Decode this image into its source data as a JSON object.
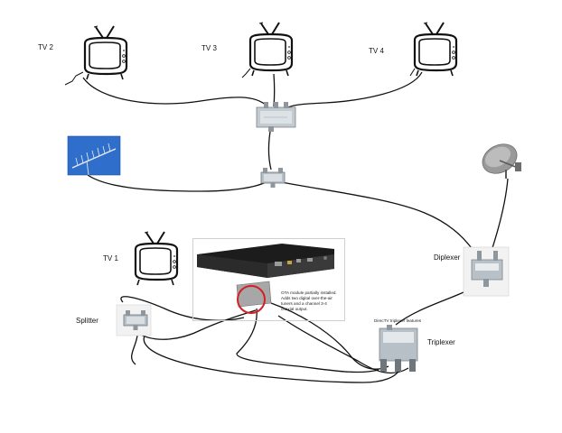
{
  "labels": {
    "tv2": "TV 2",
    "tv3": "TV 3",
    "tv4": "TV 4",
    "tv1": "TV 1",
    "diplexer": "Diplexer",
    "splitter": "Splitter",
    "triplexer": "Triplexer"
  },
  "dvr_note": {
    "line1": "OTA module partially installed.",
    "line2": "Adds two digital over-the-air",
    "line3": "tuners and a channel 3-4",
    "line4": "coaxial output."
  },
  "triplexer_tag": "DirecTV triplexer features"
}
